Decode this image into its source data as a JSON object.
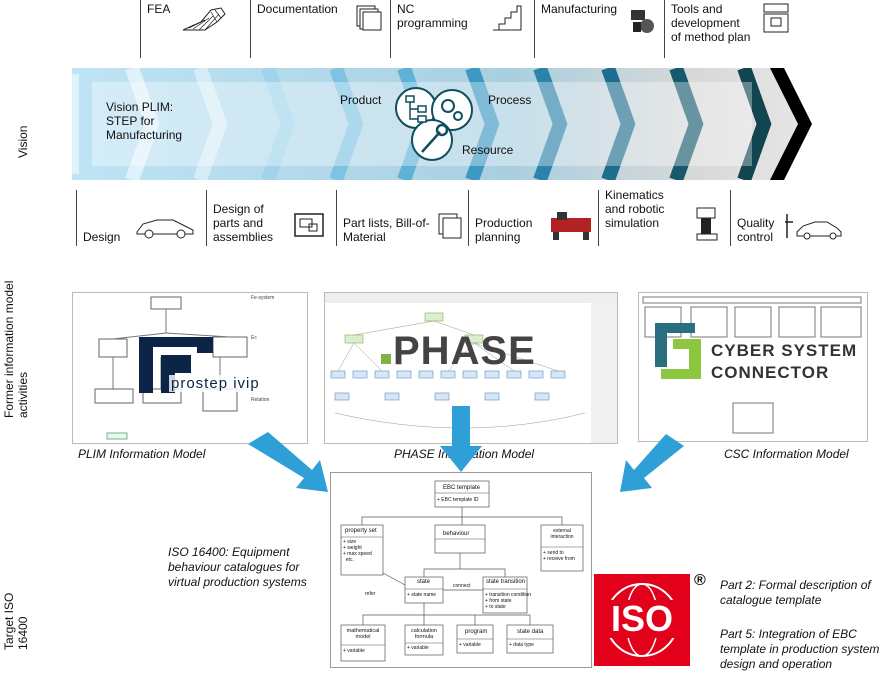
{
  "left_labels": {
    "vision": "Vision",
    "former": "Former information model activities",
    "target": "Target ISO 16400"
  },
  "top_items": [
    "FEA",
    "Documentation",
    "NC programming",
    "Manufacturing",
    "Tools and development of method plan"
  ],
  "bottom_items": [
    "Design",
    "Design of parts and assemblies",
    "Part lists, Bill-of-Material",
    "Production planning",
    "Kinematics and robotic simulation",
    "Quality control"
  ],
  "arrow": {
    "vision_text": "Vision PLIM: STEP for Manufacturing",
    "product": "Product",
    "process": "Process",
    "resource": "Resource"
  },
  "models": {
    "plim": {
      "caption": "PLIM Information Model",
      "logo": "prostep ivip"
    },
    "phase": {
      "caption": "PHASE Information Model",
      "logo": "PHASE"
    },
    "csc": {
      "caption": "CSC Information Model",
      "logo_line1": "CYBER SYSTEM",
      "logo_line2": "CONNECTOR"
    }
  },
  "target": {
    "description": "ISO 16400: Equipment behaviour catalogues for virtual production systems",
    "iso_logo": "ISO",
    "part2": "Part 2: Formal description of catalogue template",
    "part5": "Part 5: Integration of EBC template in production system design and operation"
  },
  "uml": {
    "ebc": "EBC template",
    "ebc_attr": "+ EBC template ID",
    "property_set": "property set",
    "property_attrs": "+ size\n+ weight\n+ max speed\n  etc.",
    "behaviour": "behaviour",
    "external": "external interaction",
    "external_attrs": "+ send to\n+ receive from",
    "state": "state",
    "state_attr": "+ state name",
    "state_transition": "state transition",
    "transition_attrs": "+ transition condition\n+ from state\n+ to state",
    "math": "mathematical model",
    "calc": "calculation formula",
    "program": "program",
    "state_data": "state data",
    "variable": "+ variable",
    "data_type": "+ data type",
    "refer": "refer",
    "connect": "connect"
  },
  "colors": {
    "arrow_blue": "#2f9fd8",
    "dark_teal": "#0f4e5e",
    "iso_red": "#e2001a",
    "phase_green": "#7cb342",
    "csc_teal": "#2a6f80",
    "csc_green": "#8dc63f"
  }
}
